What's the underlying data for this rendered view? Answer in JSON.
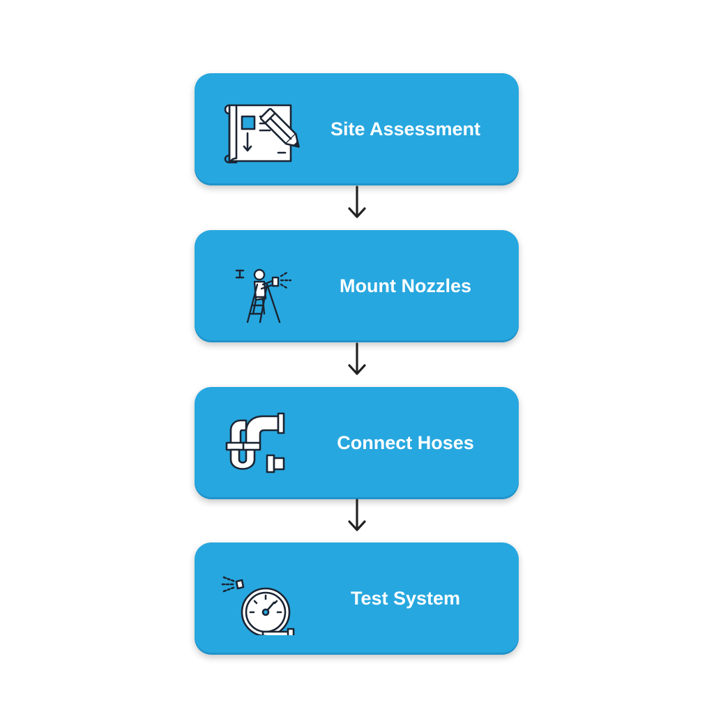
{
  "steps": [
    {
      "label": "Site Assessment",
      "icon": "blueprint-pencil-icon"
    },
    {
      "label": "Mount Nozzles",
      "icon": "worker-on-ladder-icon"
    },
    {
      "label": "Connect Hoses",
      "icon": "pipe-fittings-icon"
    },
    {
      "label": "Test System",
      "icon": "pressure-gauge-icon"
    }
  ],
  "colors": {
    "box": "#27a7df",
    "text": "#ffffff",
    "icon_stroke": "#1a2433",
    "icon_fill": "#ffffff",
    "icon_accent": "#27a7df",
    "arrow": "#222222",
    "background": "#ffffff"
  }
}
